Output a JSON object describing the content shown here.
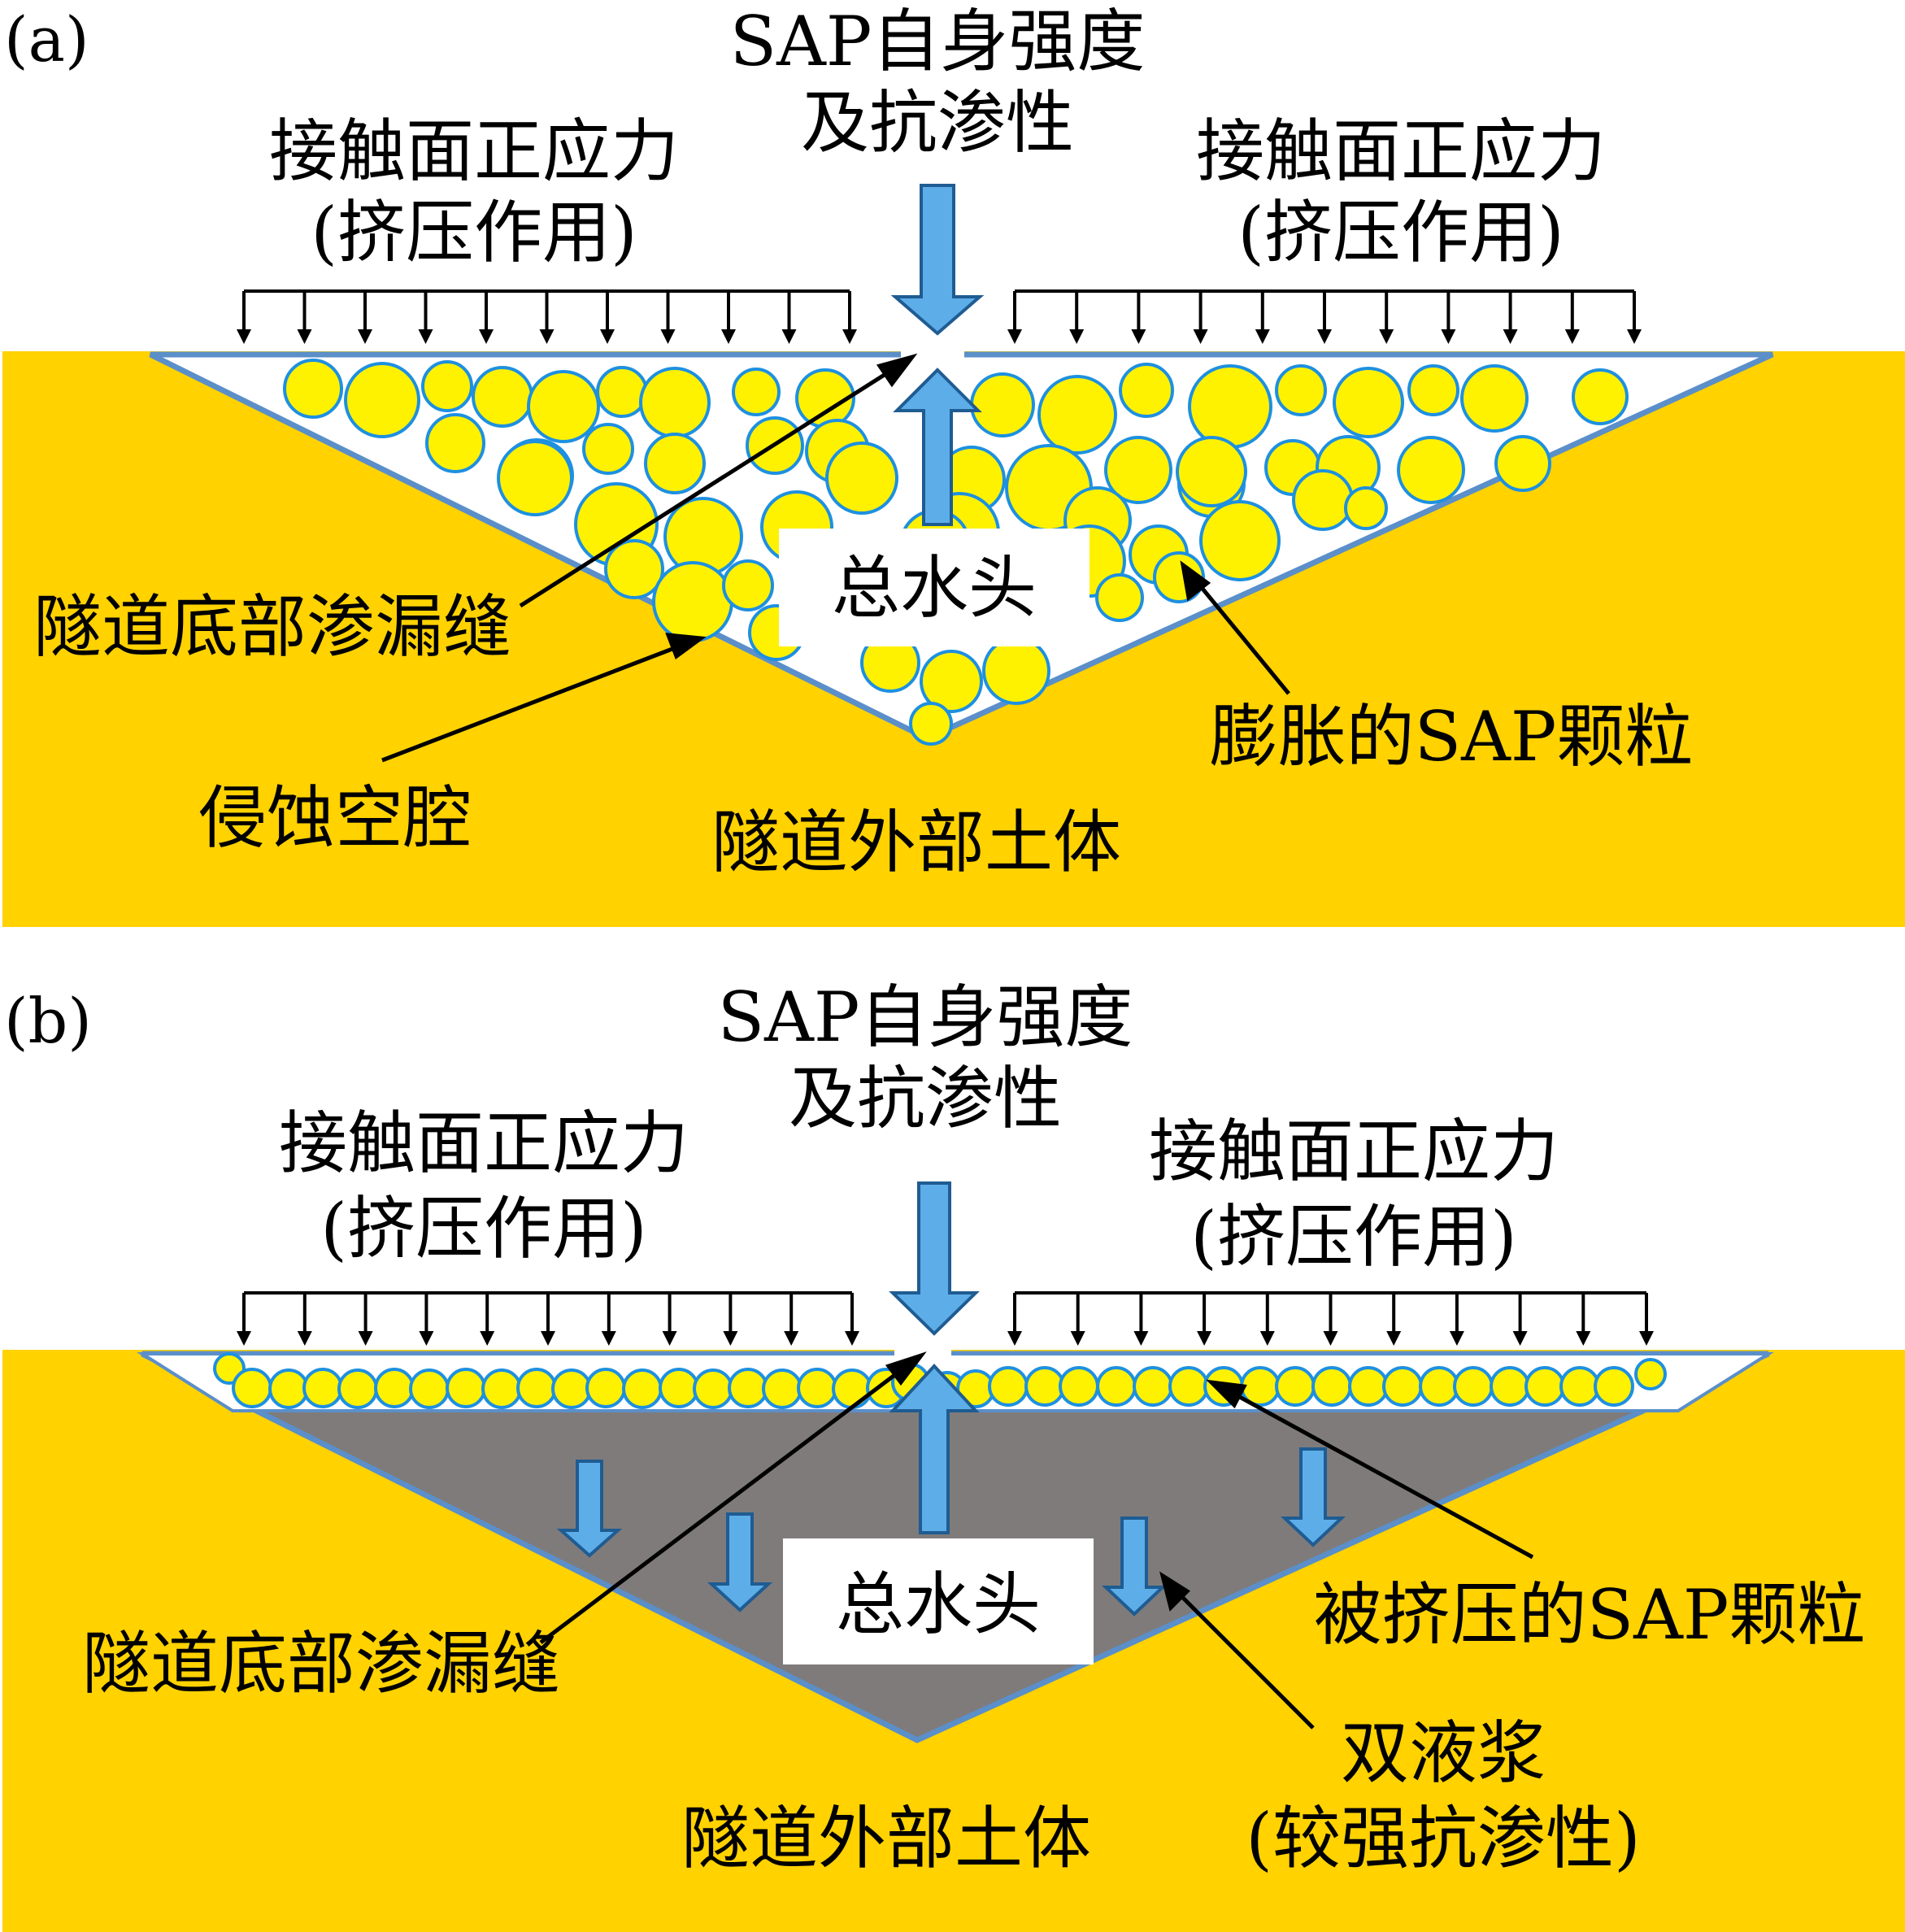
{
  "colors": {
    "soil": "#FFD200",
    "cavity_fill": "#FFFFFF",
    "cavity_edge": "#5B8FC9",
    "particle_fill": "#FFF200",
    "particle_edge": "#1E90E0",
    "blue_arrow": "#5DADE8",
    "blue_arrow_edge": "#1F5C92",
    "grout": "#7F7B7B",
    "black": "#000000"
  },
  "icons": {
    "load_arrow": "down-arrow-icon",
    "water_arrow": "block-arrow-icon",
    "particle": "circle-icon"
  },
  "panel_a": {
    "tag": "(a)",
    "top_line1": "SAP自身强度",
    "top_line2": "及抗渗性",
    "left_stress_line1": "接触面正应力",
    "left_stress_line2": "(挤压作用)",
    "right_stress_line1": "接触面正应力",
    "right_stress_line2": "(挤压作用)",
    "water_head": "总水头",
    "crack": "隧道底部渗漏缝",
    "cavity": "侵蚀空腔",
    "particles": "膨胀的SAP颗粒",
    "soil": "隧道外部土体"
  },
  "panel_b": {
    "tag": "(b)",
    "top_line1": "SAP自身强度",
    "top_line2": "及抗渗性",
    "left_stress_line1": "接触面正应力",
    "left_stress_line2": "(挤压作用)",
    "right_stress_line1": "接触面正应力",
    "right_stress_line2": "(挤压作用)",
    "water_head": "总水头",
    "crack": "隧道底部渗漏缝",
    "particles": "被挤压的SAP颗粒",
    "grout_line1": "双液浆",
    "grout_line2": "(较强抗渗性)",
    "soil": "隧道外部土体"
  }
}
